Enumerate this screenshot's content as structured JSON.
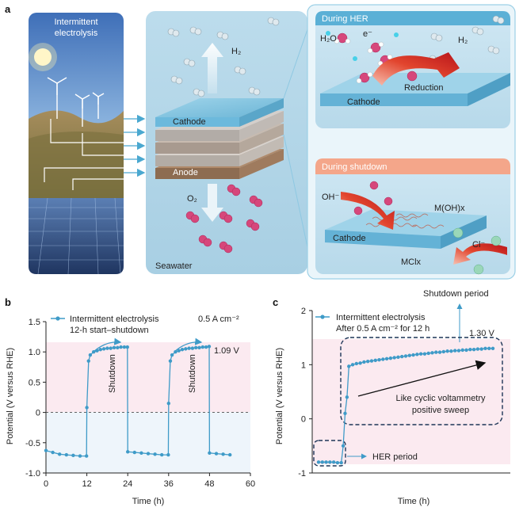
{
  "panel_a": {
    "letter": "a",
    "left_title": "Intermittent electrolysis",
    "h2": "H₂",
    "o2": "O₂",
    "cathode": "Cathode",
    "anode": "Anode",
    "seawater": "Seawater",
    "her": {
      "title": "During HER",
      "h2o": "H₂O",
      "e": "e⁻",
      "h2": "H₂",
      "reduction": "Reduction",
      "cathode": "Cathode"
    },
    "shutdown": {
      "title": "During shutdown",
      "oh": "OH⁻",
      "moh": "M(OH)x",
      "cathode": "Cathode",
      "cl": "Cl⁻",
      "mcl": "MClx"
    },
    "colors": {
      "accent_blue": "#4aa8d0",
      "orange_header": "#f4a68a",
      "panel_bg": "#cfe6f1",
      "o2_pink": "#d6477b"
    }
  },
  "chart_data": [
    {
      "type": "line",
      "letter": "b",
      "xlabel": "Time (h)",
      "ylabel": "Potential (V versus RHE)",
      "xlim": [
        0,
        60
      ],
      "ylim": [
        -1.0,
        1.5
      ],
      "xticks": [
        "0",
        "12",
        "24",
        "36",
        "48",
        "60"
      ],
      "yticks": [
        "-1.0",
        "-0.5",
        "0",
        "0.5",
        "1.0",
        "1.5"
      ],
      "legend": "Intermittent electrolysis",
      "legend_sub": "12-h start–shutdown",
      "current": "0.5 A cm⁻²",
      "value_label": "1.09 V",
      "annotations": [
        "Shutdown",
        "Shutdown"
      ],
      "series": [
        {
          "x": [
            0,
            2,
            4,
            6,
            8,
            10,
            11.9,
            12,
            12.5,
            13,
            14,
            15,
            16,
            17,
            18,
            19,
            20,
            21,
            22,
            23,
            23.9,
            24,
            26,
            28,
            30,
            32,
            34,
            35.9,
            36,
            36.5,
            37,
            38,
            39,
            40,
            41,
            42,
            43,
            44,
            45,
            46,
            47,
            47.9,
            48,
            50,
            52,
            54
          ],
          "y": [
            -0.63,
            -0.66,
            -0.69,
            -0.7,
            -0.71,
            -0.72,
            -0.72,
            0.08,
            0.85,
            0.95,
            1.0,
            1.02,
            1.04,
            1.05,
            1.06,
            1.06,
            1.07,
            1.07,
            1.08,
            1.08,
            1.08,
            -0.65,
            -0.66,
            -0.67,
            -0.68,
            -0.69,
            -0.7,
            -0.7,
            0.15,
            0.85,
            0.95,
            1.0,
            1.02,
            1.04,
            1.05,
            1.06,
            1.06,
            1.07,
            1.07,
            1.08,
            1.08,
            1.09,
            -0.67,
            -0.68,
            -0.69,
            -0.7
          ]
        }
      ]
    },
    {
      "type": "line",
      "letter": "c",
      "xlabel": "Time (h)",
      "ylabel": "Potential (V versus RHE)",
      "ylim": [
        -1,
        2
      ],
      "yticks": [
        "-1",
        "0",
        "1",
        "2"
      ],
      "legend": "Intermittent electrolysis",
      "legend_sub": "After 0.5 A cm⁻² for 12 h",
      "value_label": "1.30 V",
      "shutdown_label": "Shutdown period",
      "her_label": "HER period",
      "cv_label": "Like cyclic voltammetry",
      "cv_label2": "positive sweep",
      "series": [
        {
          "x": [
            0,
            1,
            2,
            3,
            4,
            5,
            6,
            6.5,
            7,
            7.5,
            8,
            9,
            10,
            11,
            12,
            13,
            14,
            15,
            16,
            17,
            18,
            19,
            20,
            21,
            22,
            23,
            24,
            25,
            26,
            27,
            28,
            29,
            30,
            31,
            32,
            33,
            34,
            35,
            36,
            37,
            38,
            39,
            40,
            41,
            42,
            43,
            44,
            45,
            46
          ],
          "y": [
            -0.8,
            -0.8,
            -0.8,
            -0.8,
            -0.8,
            -0.81,
            -0.81,
            -0.5,
            0.1,
            0.4,
            0.97,
            1.0,
            1.02,
            1.03,
            1.05,
            1.06,
            1.07,
            1.08,
            1.09,
            1.1,
            1.11,
            1.12,
            1.13,
            1.14,
            1.15,
            1.16,
            1.17,
            1.18,
            1.19,
            1.2,
            1.2,
            1.21,
            1.22,
            1.23,
            1.23,
            1.24,
            1.25,
            1.25,
            1.26,
            1.26,
            1.27,
            1.27,
            1.28,
            1.28,
            1.29,
            1.29,
            1.3,
            1.3,
            1.3
          ]
        }
      ]
    }
  ]
}
